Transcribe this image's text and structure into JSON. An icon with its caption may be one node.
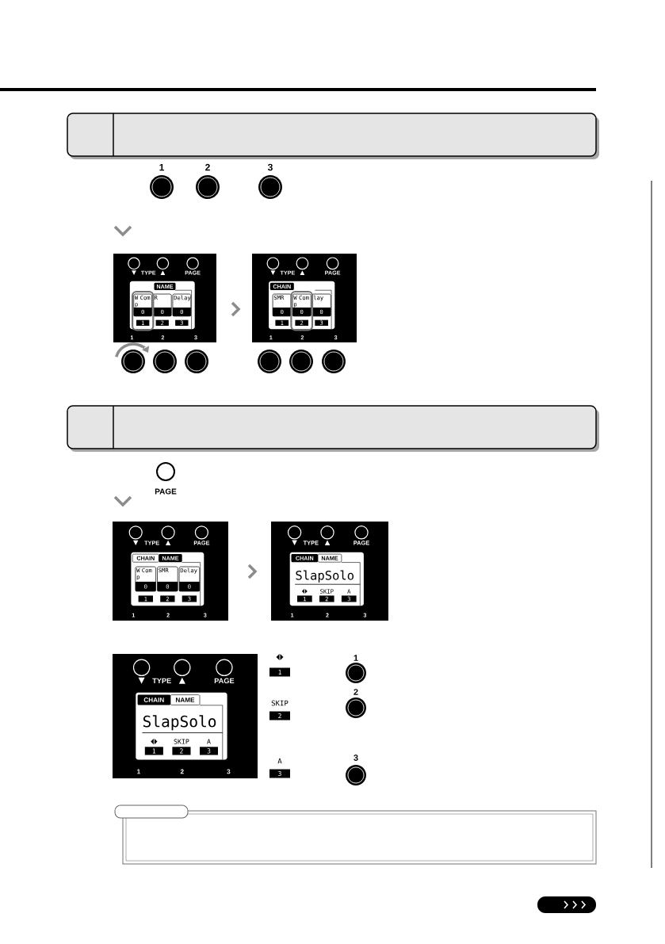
{
  "diagram": {
    "labels": [
      "1",
      "2",
      "3",
      "TYPE",
      "PAGE",
      "NAME",
      "W Com p",
      "0",
      "R",
      "0",
      "Delay",
      "0",
      "1",
      "2",
      "3",
      "1",
      "2",
      "3",
      "TYPE",
      "PAGE",
      "CHAIN",
      "SMR",
      "0",
      "W Com p",
      "0",
      "lay",
      "0",
      "1",
      "2",
      "3",
      "1",
      "2",
      "3",
      "PAGE",
      "TYPE",
      "PAGE",
      "CHAIN",
      "NAME",
      "W Com p",
      "0",
      "SMR",
      "0",
      "Delay",
      "0",
      "1",
      "2",
      "3",
      "1",
      "2",
      "3",
      "TYPE",
      "PAGE",
      "CHAIN",
      "NAME",
      "SlapSolo",
      "SKIP",
      "A",
      "1",
      "2",
      "3",
      "1",
      "2",
      "3",
      "TYPE",
      "PAGE",
      "CHAIN",
      "NAME",
      "SlapSolo",
      "SKIP",
      "A",
      "1",
      "2",
      "3",
      "1",
      "2",
      "3",
      "1",
      "1",
      "SKIP",
      "2",
      "2",
      "A",
      "3",
      "3"
    ]
  }
}
